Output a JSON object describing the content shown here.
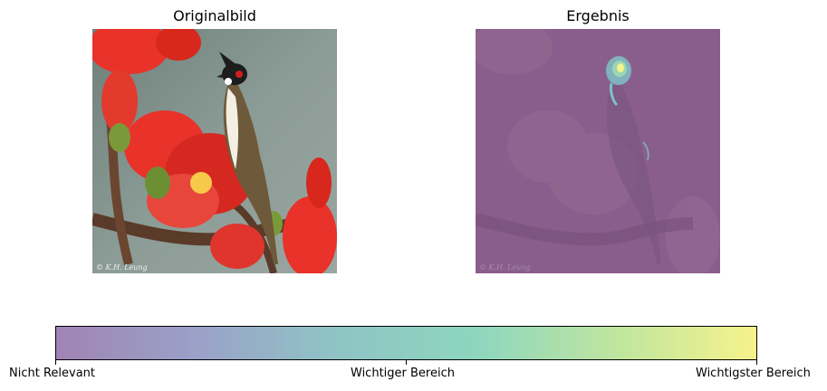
{
  "panels": {
    "original_title": "Originalbild",
    "result_title": "Ergebnis"
  },
  "image_content": {
    "original": "photo of a red-whiskered bulbul perched among red flowers on a branch",
    "result": "purple overlay heatmap highlighting the bird's head"
  },
  "watermark": "© K.H. Leung",
  "colorbar": {
    "gradient": [
      "#a084b5",
      "#9aa1c8",
      "#8fc4c5",
      "#8dd6be",
      "#bfe59f",
      "#f6f28c"
    ],
    "ticks": [
      {
        "label": "Nicht Relevant",
        "value": 0.0
      },
      {
        "label": "Wichtiger Bereich",
        "value": 0.5
      },
      {
        "label": "Wichtigster Bereich",
        "value": 1.0
      }
    ]
  },
  "colors": {
    "overlay_purple": "#8a5e8c",
    "flower_red": "#e8322a",
    "background_gray": "#7c8c88"
  }
}
